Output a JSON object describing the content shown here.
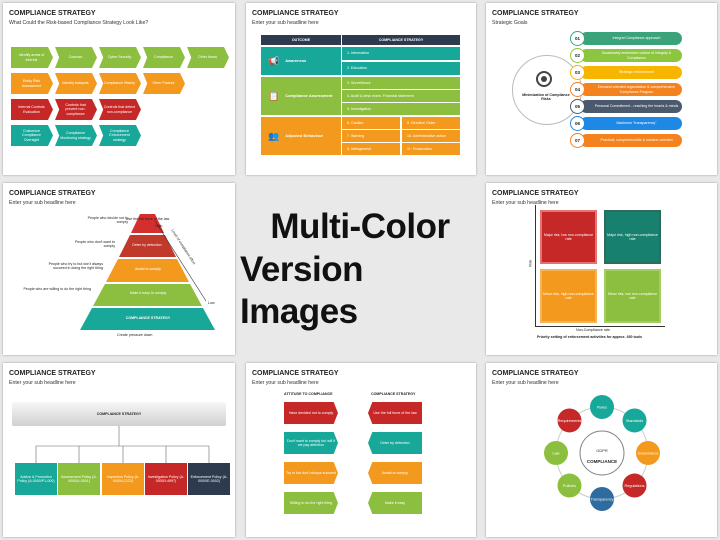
{
  "center": {
    "line1": "Multi-Color",
    "line2": "Version Images"
  },
  "slide1": {
    "title": "COMPLIANCE STRATEGY",
    "subtitle": "What Could the Risk-based Compliance Strategy Look Like?",
    "rows": [
      [
        "Identify areas of interest",
        "Contract",
        "Cyber Security",
        "Compliance",
        "Other Areas"
      ],
      [
        "Entity Risk Assessment",
        "Identify hotspots",
        "Compliance History",
        "Other Factors"
      ],
      [
        "Internal Controls Evaluation",
        "Controls that prevent non-compliance",
        "Controls that detect non-compliance"
      ],
      [
        "Customize Compliance Oversight",
        "Compliance Monitoring strategy",
        "Compliance Enforcement strategy"
      ]
    ]
  },
  "slide2": {
    "title": "COMPLIANCE STRATEGY",
    "subtitle": "Enter your sub headline here",
    "headers": [
      "OUTCOME",
      "COMPLIANCE STRATEGY"
    ],
    "groups": [
      {
        "name": "Awareness",
        "items": [
          "1. Information",
          "2. Education"
        ]
      },
      {
        "name": "Compliance Assessment",
        "items": [
          "3. Surveillance",
          "4. Audit & desk exam. Financial statement",
          "5. Investigation"
        ]
      },
      {
        "name": "Adjusted Behaviour",
        "left": [
          "6. Caution",
          "7. Warning",
          "8. Infringement"
        ],
        "right": [
          "9. Directive Order",
          "10. Administrative action",
          "11. Prosecution"
        ]
      }
    ]
  },
  "slide3": {
    "title": "COMPLIANCE STRATEGY",
    "subtitle": "Strategic Goals",
    "hub": "Minimization of Compliance Risks",
    "goals": [
      {
        "num": "01",
        "text": "Integral Compliance approach"
      },
      {
        "num": "02",
        "text": "Sustainably embedded culture of integrity & Compliance"
      },
      {
        "num": "03",
        "text": "Strategic enforcement"
      },
      {
        "num": "04",
        "text": "Demand oriented organization & comprehensive Compliance Program"
      },
      {
        "num": "05",
        "text": "Personal Commitment - reaching the hearts & minds"
      },
      {
        "num": "06",
        "text": "Maximum \"transparency\""
      },
      {
        "num": "07",
        "text": "Practical, comprehensible & solution oriented"
      }
    ],
    "colors": [
      "#3aa37a",
      "#8cc63f",
      "#f7b500",
      "#f4821f",
      "#4a5a6c",
      "#1e88e5",
      "#f4821f"
    ]
  },
  "slide4": {
    "title": "COMPLIANCE STRATEGY",
    "subtitle": "Enter your sub headline here",
    "tiers": [
      "Use the full force of the law",
      "Deter by detection",
      "Assist to comply",
      "Make it easy to comply",
      "COMPLIANCE STRATEGY"
    ],
    "attitudes": [
      "People who decide not to comply",
      "People who don't want to comply",
      "People who try to but don't always succeed in doing the right thing",
      "People who are willing to do the right thing"
    ],
    "high": "High",
    "low": "Low",
    "axis": "Level of compliance effort",
    "footer": "Create pressure down"
  },
  "slide5": {
    "title": "COMPLIANCE STRATEGY",
    "subtitle": "Enter your sub headline here",
    "quadrants": [
      "Major risk, low non-compliance rate",
      "Major risk, high non-compliance rate",
      "Minor risk, high non-compliance rate",
      "Minor risk, low non-compliance rate"
    ],
    "ylabel": "Risk",
    "xlabel": "Non-Compliance rate",
    "footer": "Priority setting of enforcement activities for approx. 450 tools"
  },
  "slide6": {
    "title": "COMPLIANCE STRATEGY",
    "subtitle": "Enter your sub headline here",
    "root": "COMPLIANCE STRATEGY",
    "policies": [
      "Advice & Promotion Policy (A-0000/P1-000)",
      "Assessment Policy (A-0000/A-0001)",
      "Inspection Policy (A-0000/I-2121)",
      "Investigation Policy (A-0000/I-4997)",
      "Enforcement Policy (A-0000/E-0002)"
    ]
  },
  "slide7": {
    "title": "COMPLIANCE STRATEGY",
    "subtitle": "Enter your sub headline here",
    "headers": [
      "ATTITUDE TO COMPLIANCE",
      "COMPLIANCE STRATEGY"
    ],
    "left": [
      "Have decided not to comply",
      "Don't want to comply but will if we pay attention",
      "Try to but don't always succeed",
      "Willing to do the right thing"
    ],
    "right": [
      "Use the full force of the law",
      "Deter by detection",
      "Assist to comply",
      "Make it easy"
    ]
  },
  "slide8": {
    "title": "COMPLIANCE STRATEGY",
    "subtitle": "Enter your sub headline here",
    "hub": "COMPLIANCE",
    "hub_small": "GDPR",
    "items": [
      "Rules",
      "Standards",
      "Governance",
      "Regulations",
      "Transparency",
      "Policies",
      "Law",
      "Requirements"
    ]
  }
}
